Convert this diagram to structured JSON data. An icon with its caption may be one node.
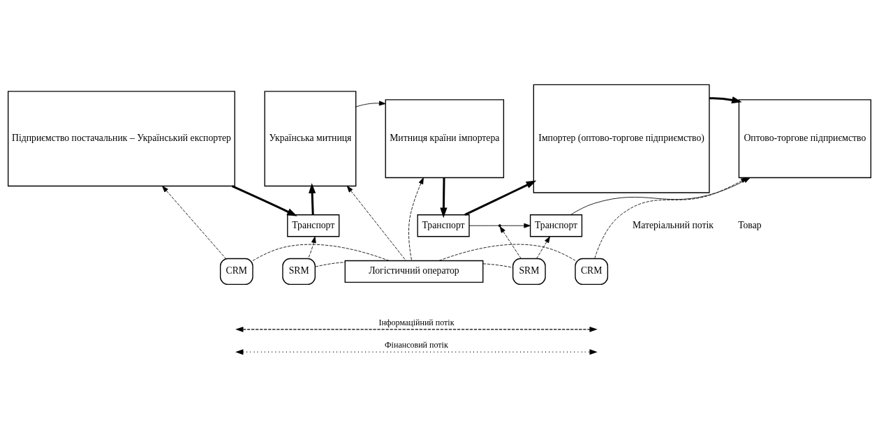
{
  "diagram": {
    "nodes": [
      {
        "text": [
          "Підприємство постачальник – Український експортер"
        ]
      },
      {
        "text": [
          "Українська митниця"
        ]
      },
      {
        "text": [
          "Митниця країни імпортера"
        ]
      },
      {
        "text": [
          "Імпортер (оптово-торгове підприємство)"
        ]
      },
      {
        "text": [
          "Оптово-торгове підприємство"
        ]
      },
      {
        "text": [
          "Транспорт"
        ]
      },
      {
        "text": [
          "Транспорт"
        ]
      },
      {
        "text": [
          "Транспорт"
        ]
      },
      {
        "text": [
          "SRM"
        ]
      },
      {
        "text": [
          "Логістичний оператор"
        ]
      },
      {
        "text": [
          "SRM"
        ]
      },
      {
        "text": [
          "CRM"
        ]
      },
      {
        "text": [
          "CRM"
        ]
      }
    ],
    "edges": [
      {
        "from": 0,
        "to": 5,
        "arrow": "to",
        "style": "thick"
      },
      {
        "from": 5,
        "to": 1,
        "arrow": "to",
        "style": "thick"
      },
      {
        "from": 1,
        "to": 2,
        "arrow": "to"
      },
      {
        "from": 2,
        "to": 6,
        "arrow": "to",
        "style": "thick"
      },
      {
        "from": 3,
        "to": 4,
        "arrow": "to",
        "style": "thick"
      },
      {
        "from": 6,
        "to": 3,
        "arrow": "to",
        "style": "thick"
      },
      {
        "from": 6,
        "to": 7,
        "arrow": "to"
      },
      {
        "from": 7,
        "to": 4,
        "arrow": "to"
      },
      {
        "from": 11,
        "to": 0,
        "arrow": "to",
        "style": "dashed"
      },
      {
        "from": 8,
        "to": 5,
        "arrow": "to",
        "style": "dashed"
      },
      {
        "from": 9,
        "to": 1,
        "arrow": "to",
        "style": "dashed"
      },
      {
        "from": 9,
        "to": 2,
        "arrow": "to",
        "style": "dashed"
      },
      {
        "from": 8,
        "to": 9,
        "arrow": "none",
        "style": "dashed"
      },
      {
        "from": 11,
        "to": 9,
        "arrow": "none",
        "style": "dashed"
      },
      {
        "from": 9,
        "to": 10,
        "arrow": "none",
        "style": "dashed"
      },
      {
        "from": 9,
        "to": 12,
        "arrow": "none",
        "style": "dashed"
      },
      {
        "from": 10,
        "to": null,
        "arrow": "to",
        "style": "dashed"
      },
      {
        "from": 10,
        "to": 7,
        "arrow": "to",
        "style": "dashed"
      },
      {
        "from": 12,
        "to": 4,
        "arrow": "to",
        "style": "dashed"
      }
    ],
    "labels": [
      "Матеріальний потік",
      "Товар"
    ],
    "legend": [
      {
        "text": "Інформаційний потік"
      },
      {
        "text": "Фінансовий потік"
      }
    ]
  }
}
